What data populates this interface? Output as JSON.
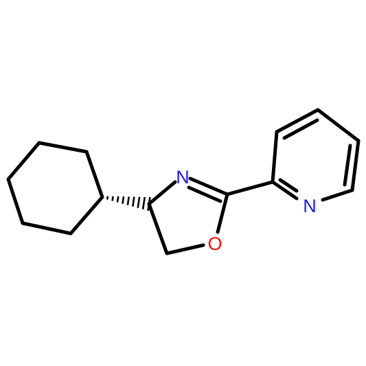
{
  "molecule": {
    "atoms": [
      {
        "id": "N_oxazoline",
        "symbol": "N",
        "color": "#1a1aff"
      },
      {
        "id": "O_oxazoline",
        "symbol": "O",
        "color": "#ff0d0d"
      },
      {
        "id": "N_pyridine",
        "symbol": "N",
        "color": "#1a1aff"
      }
    ],
    "stereo_bond": "hashed-wedge",
    "bond_color": "#000000"
  }
}
